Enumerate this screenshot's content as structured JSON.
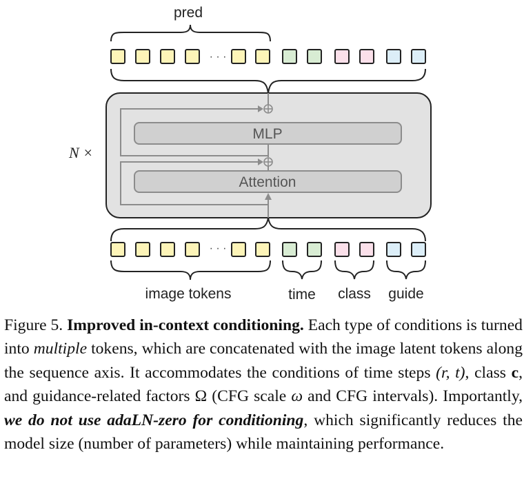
{
  "figure": {
    "labels": {
      "pred": "pred",
      "repeat": "N ×",
      "mlp": "MLP",
      "attention": "Attention",
      "image_tokens": "image tokens",
      "time": "time",
      "class": "class",
      "guide": "guide",
      "ellipsis": "· · ·"
    },
    "colors": {
      "image": "#fdf4b8",
      "time": "#d8ecd3",
      "class": "#fbe0ea",
      "guide": "#dceef8",
      "block_fill": "#e2e2e2",
      "layer_fill": "#d0d0d0",
      "line": "#8c8c8c",
      "stroke": "#222222"
    },
    "token_rows": {
      "output": [
        "image",
        "image",
        "image",
        "image",
        "image",
        "image",
        "time",
        "time",
        "class",
        "class",
        "guide",
        "guide"
      ],
      "input": [
        "image",
        "image",
        "image",
        "image",
        "image",
        "image",
        "time",
        "time",
        "class",
        "class",
        "guide",
        "guide"
      ]
    }
  },
  "caption": {
    "fig_label": "Figure 5.",
    "bold_title": "Improved in-context conditioning.",
    "t1": "Each type of conditions is turned into",
    "t1_em": "multiple",
    "t2": "tokens, which are concatenated with the image latent tokens along the sequence axis. It accommodates the conditions of time steps",
    "math_rt": "(r, t)",
    "t3": ", class",
    "math_c": "c",
    "t4": ", and guidance-related factors",
    "math_omega": "Ω",
    "t5": "(CFG scale",
    "math_w": "ω",
    "t6": "and CFG intervals). Importantly,",
    "bold_em": "we do not use adaLN-zero for conditioning",
    "t7": ", which significantly reduces the model size (number of parameters) while maintaining performance."
  }
}
